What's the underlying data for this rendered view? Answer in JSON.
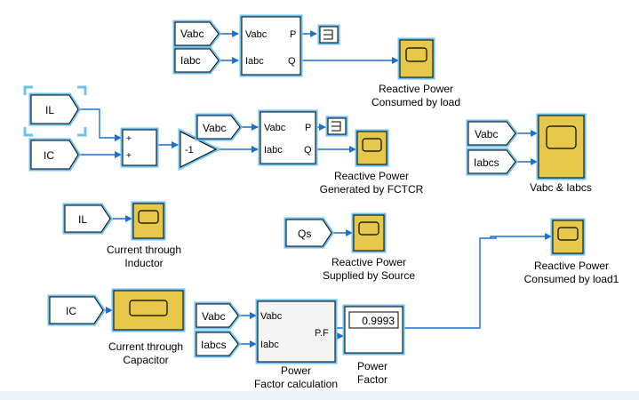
{
  "colors": {
    "line": "#1a6fd0",
    "highlight": "#6cc0f2",
    "scope_fill": "#e6c94a",
    "block_stroke": "#000000",
    "bottom_strip": "#eef3f8"
  },
  "ports": {
    "vabc": "Vabc",
    "iabc": "Iabc",
    "p": "P",
    "q": "Q",
    "pf": "P.F",
    "plus": "+",
    "gain": "-1"
  },
  "from_tags": {
    "vabc": "Vabc",
    "iabc": "Iabc",
    "iabcs": "Iabcs",
    "il": "IL",
    "ic": "IC",
    "qs": "Qs"
  },
  "labels": {
    "load_line1": "Reactive Power",
    "load_line2": "Consumed by load",
    "fctcr_line1": "Reactive Power",
    "fctcr_line2": "Generated by FCTCR",
    "vi_scope": "Vabc & Iabcs",
    "inductor_line1": "Current through",
    "inductor_line2": "Inductor",
    "source_line1": "Reactive Power",
    "source_line2": "Supplied by Source",
    "load1_line1": "Reactive Power",
    "load1_line2": "Consumed by load1",
    "capacitor_line1": "Current through",
    "capacitor_line2": "Capacitor",
    "pfcalc_line1": "Power",
    "pfcalc_line2": "Factor calculation",
    "display_line1": "Power",
    "display_line2": "Factor"
  },
  "display_value": "0.9993"
}
